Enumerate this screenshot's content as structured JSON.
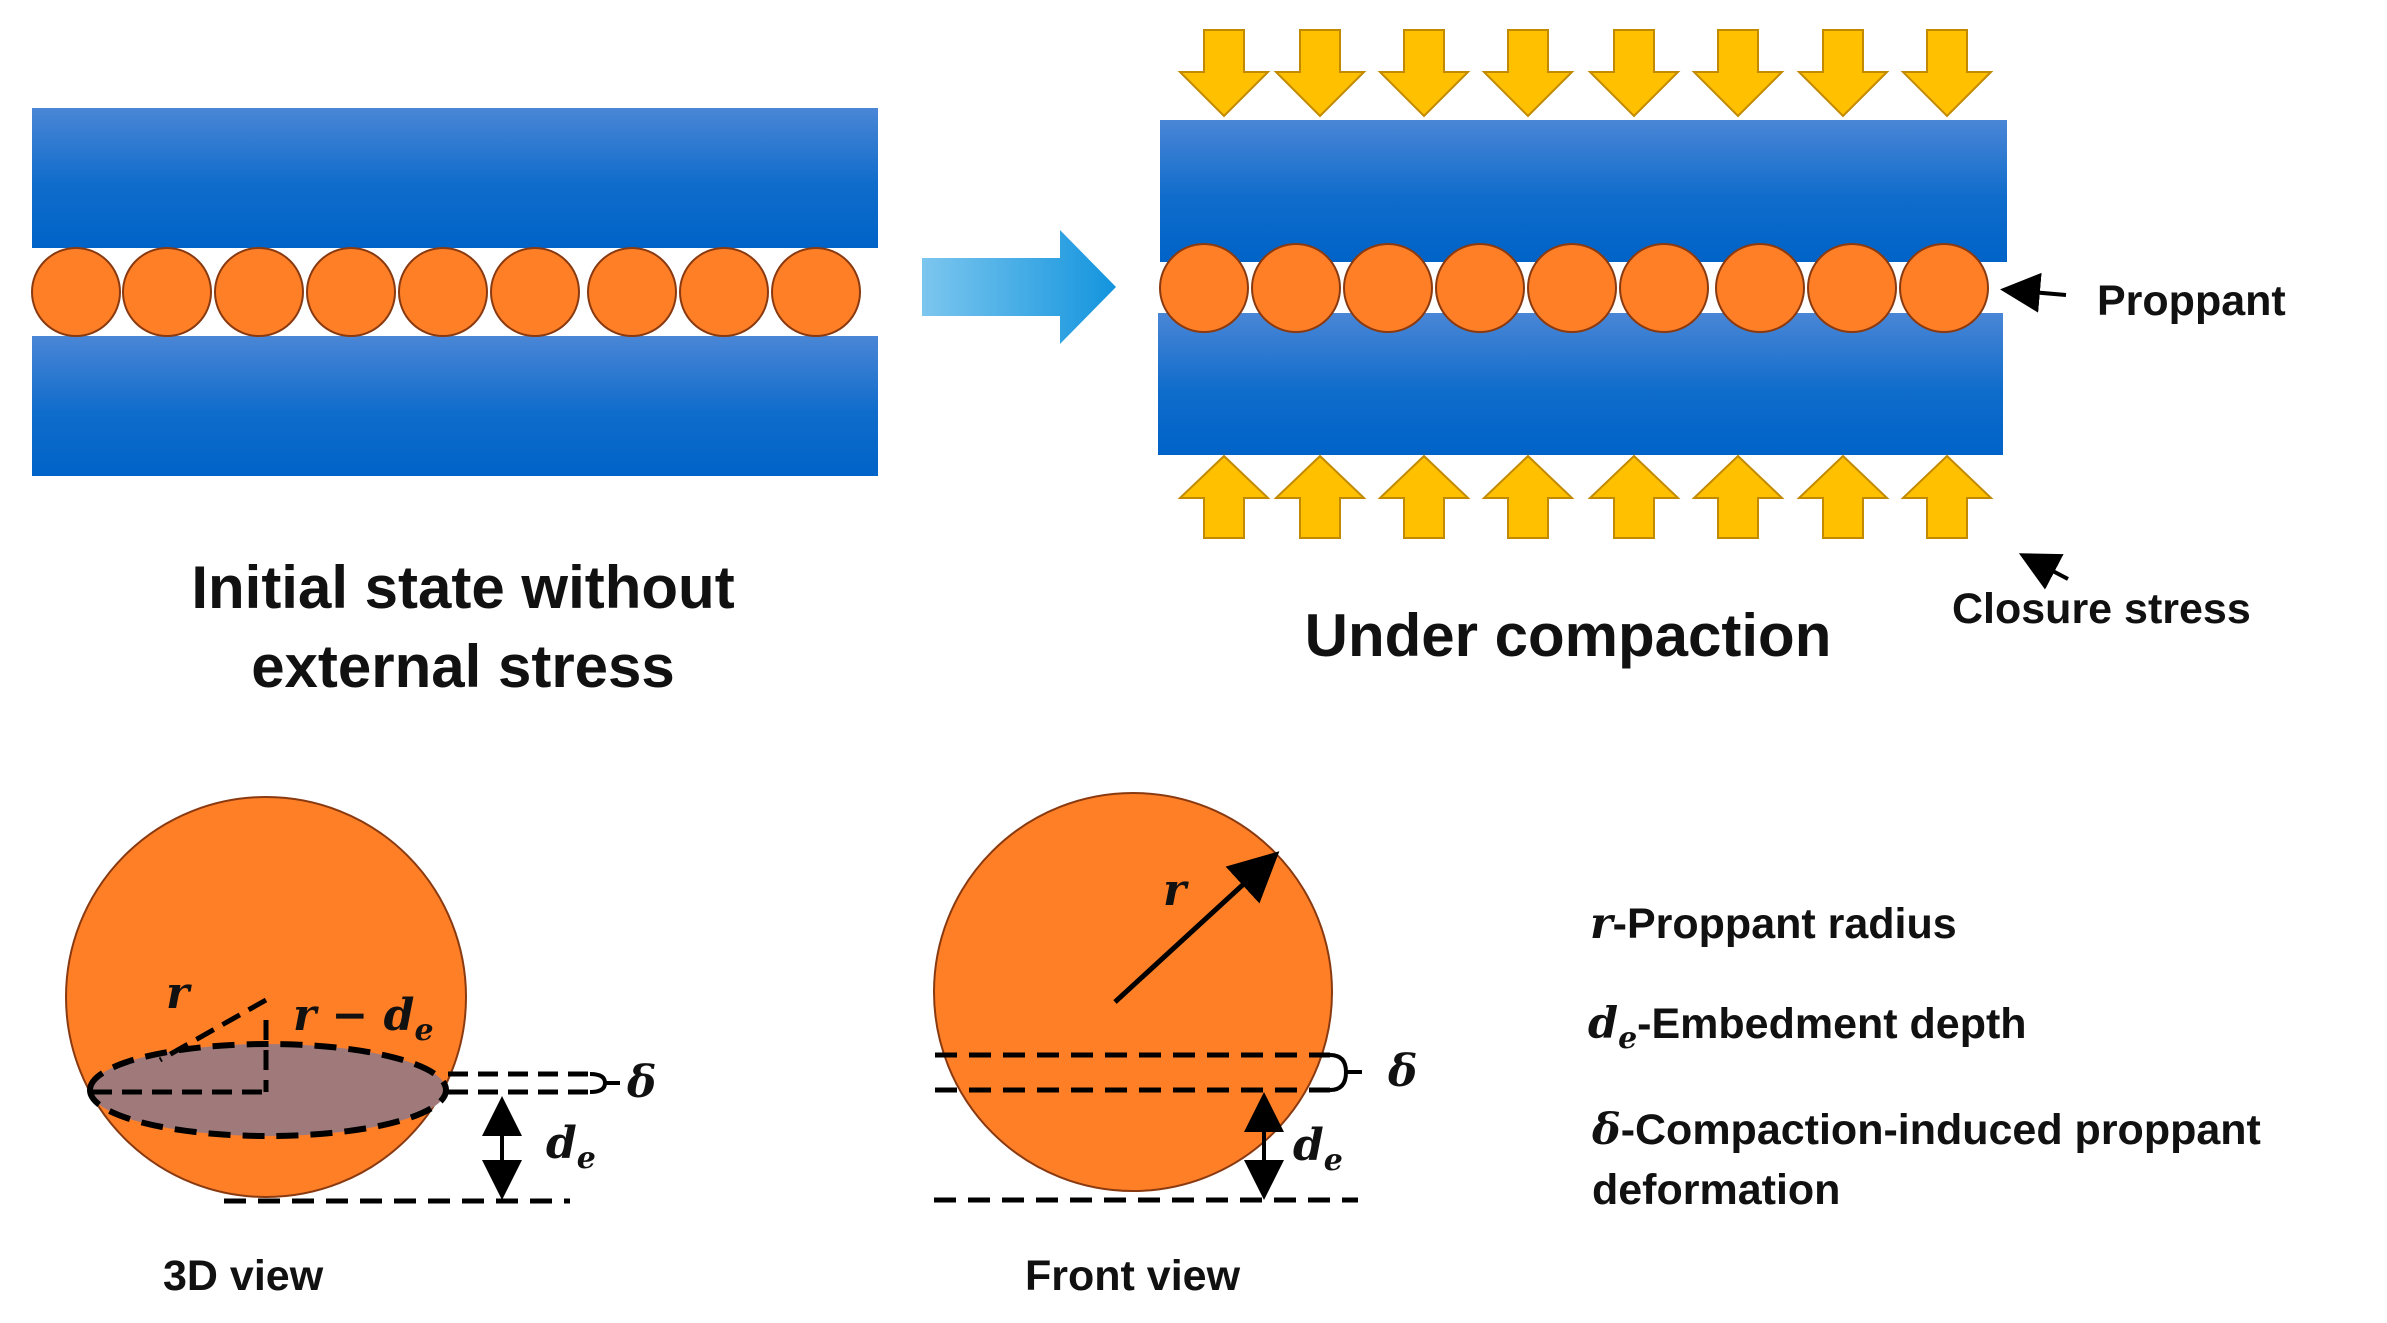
{
  "panels": {
    "initial_title_line1": "Initial state without",
    "initial_title_line2": "external stress",
    "compaction_title": "Under compaction",
    "proppant_label": "Proppant",
    "closure_stress_label": "Closure stress"
  },
  "views": {
    "view3d_caption": "3D view",
    "front_caption": "Front view"
  },
  "symbols": {
    "r": "r",
    "r_minus": "r − d",
    "d": "d",
    "e": "e",
    "delta": "δ"
  },
  "legend": {
    "r_sym": "r",
    "r_text": "-Proppant radius",
    "de_sym": "d",
    "de_sub": "e",
    "de_text": "-Embedment depth",
    "delta_sym": "δ",
    "delta_text_line1": "-Compaction-induced proppant",
    "delta_text_line2": "deformation"
  },
  "colors": {
    "proppant": "#FF7F27",
    "plate_dark": "#0063C8",
    "plate_light": "#4A86D6",
    "arrow_fill": "#FFC000",
    "arrow_stroke": "#C28A00",
    "transition_arrow": "#1E9FE0",
    "contact_ellipse": "#A07A7A"
  }
}
